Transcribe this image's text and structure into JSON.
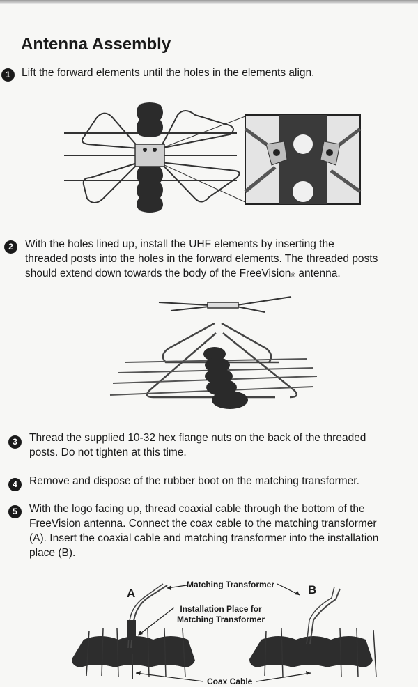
{
  "title": "Antenna Assembly",
  "steps": [
    {
      "num": "1",
      "text": "Lift the forward elements until the holes in the elements align."
    },
    {
      "num": "2",
      "lines": [
        "With the holes lined up, install the UHF elements by inserting the",
        "threaded posts into the holes in the forward elements. The threaded posts",
        "should extend down towards the body of the FreeVision"
      ],
      "brand_mark": "®",
      "after_mark": " antenna."
    },
    {
      "num": "3",
      "lines": [
        "Thread the supplied 10-32 hex flange nuts on the back of the threaded",
        "posts. Do not tighten at this time."
      ]
    },
    {
      "num": "4",
      "text": "Remove and dispose of the rubber boot on the matching transformer."
    },
    {
      "num": "5",
      "lines": [
        "With the logo facing up, thread coaxial cable through the bottom of the",
        "FreeVision antenna. Connect the coax cable to the matching transformer",
        "(A). Insert the coaxial cable and matching transformer into the installation",
        "place (B)."
      ]
    }
  ],
  "figure3": {
    "label_a": "A",
    "label_b": "B",
    "matching_transformer": "Matching Transformer",
    "installation_place_1": "Installation Place for",
    "installation_place_2": "Matching Transformer",
    "coax_cable": "Coax Cable"
  }
}
